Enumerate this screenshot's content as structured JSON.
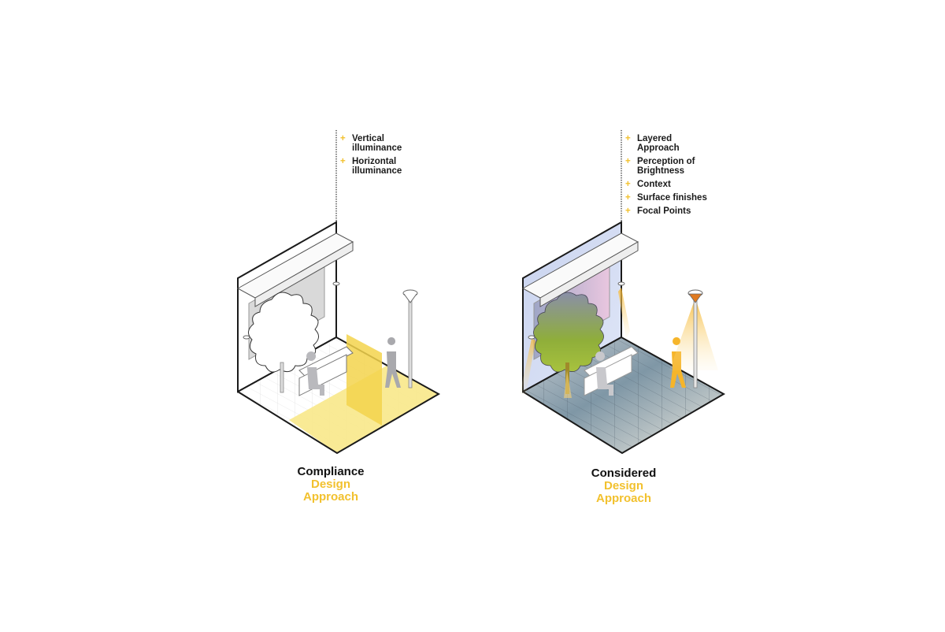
{
  "colors": {
    "accent_yellow": "#f2c12e",
    "light_yellow": "#f8e88a",
    "floor_blue": "#7f97a6",
    "tree_green": "#9bb83a",
    "warm_orange": "#f6b52a",
    "pink_window": "#e9c6df",
    "line_black": "#1a1a1a",
    "grey_figure": "#b9b9bd"
  },
  "left_panel": {
    "caption": {
      "line1": "Compliance",
      "line2": "Design",
      "line3": "Approach"
    },
    "bullets": [
      {
        "icon": "plus-icon",
        "glyph": "+",
        "text_line1": "Vertical",
        "text_line2": "illuminance"
      },
      {
        "icon": "plus-icon",
        "glyph": "+",
        "text_line1": "Horizontal",
        "text_line2": "illuminance"
      }
    ]
  },
  "right_panel": {
    "caption": {
      "line1": "Considered",
      "line2": "Design",
      "line3": "Approach"
    },
    "bullets": [
      {
        "icon": "plus-icon",
        "glyph": "+",
        "text_line1": "Layered",
        "text_line2": "Approach"
      },
      {
        "icon": "plus-icon",
        "glyph": "+",
        "text_line1": "Perception of",
        "text_line2": "Brightness"
      },
      {
        "icon": "plus-icon",
        "glyph": "+",
        "text_line1": "Context",
        "text_line2": ""
      },
      {
        "icon": "plus-icon",
        "glyph": "+",
        "text_line1": "Surface finishes",
        "text_line2": ""
      },
      {
        "icon": "plus-icon",
        "glyph": "+",
        "text_line1": "Focal Points",
        "text_line2": ""
      }
    ]
  }
}
